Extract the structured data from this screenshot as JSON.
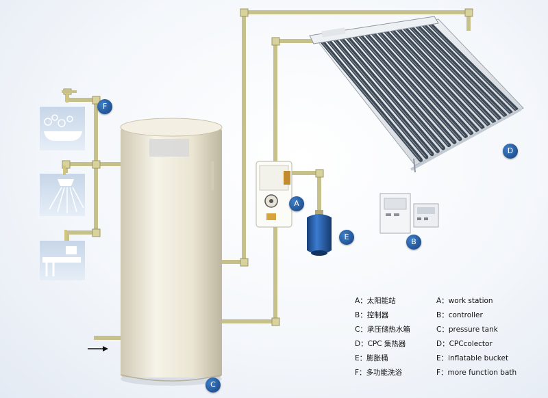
{
  "labels": {
    "A": "A",
    "B": "B",
    "C": "C",
    "D": "D",
    "E": "E",
    "F": "F"
  },
  "legend": [
    {
      "zh": "A：太阳能站",
      "en": "A：work  station"
    },
    {
      "zh": "B：控制器",
      "en": "B：controller"
    },
    {
      "zh": "C：承压储热水箱",
      "en": "C：pressure  tank"
    },
    {
      "zh": "D：CPC 集热器",
      "en": "D：CPCcolector"
    },
    {
      "zh": "E：膨胀桶",
      "en": "E：inflatable bucket"
    },
    {
      "zh": "F：多功能洗浴",
      "en": "F：more function bath"
    }
  ],
  "colors": {
    "pipe": "#c6c08a",
    "badge": "#1d4f93",
    "tank": "#ede8d6",
    "vessel": "#2a65b0",
    "collector_tube": "#3d4855"
  },
  "icons": [
    "bathtub-icon",
    "shower-icon",
    "washbasin-icon",
    "thermometer-icon",
    "inlet-arrow-icon"
  ]
}
